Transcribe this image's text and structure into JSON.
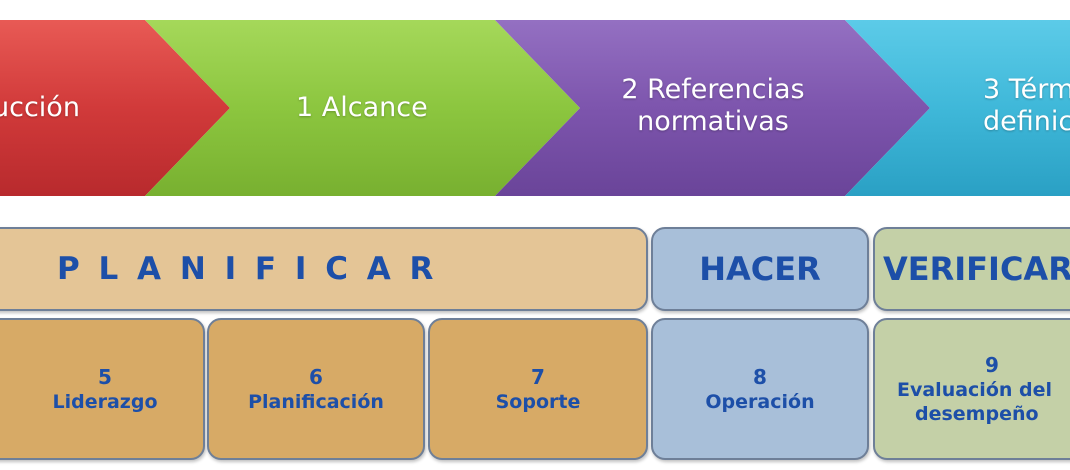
{
  "process_steps": [
    {
      "label_lines": [
        "ucción"
      ],
      "color": "#d13a3a"
    },
    {
      "label_lines": [
        "1 Alcance"
      ],
      "color": "#8cc63f"
    },
    {
      "label_lines": [
        "2 Referencias",
        "normativas"
      ],
      "color": "#7d55ad"
    },
    {
      "label_lines": [
        "3 Térm",
        "definic"
      ],
      "color": "#3fb8d9"
    }
  ],
  "phases": {
    "planificar": {
      "label": "P L A N I F I C A R",
      "color": "#e4c596"
    },
    "hacer": {
      "label": "HACER",
      "color": "#a8bfd9"
    },
    "verificar": {
      "label": "VERIFICAR",
      "color": "#c4d0a7"
    }
  },
  "clauses": [
    {
      "number": "5",
      "label_lines": [
        "Liderazgo"
      ],
      "color": "#d7aa66"
    },
    {
      "number": "6",
      "label_lines": [
        "Planificación"
      ],
      "color": "#d7aa66"
    },
    {
      "number": "7",
      "label_lines": [
        "Soporte"
      ],
      "color": "#d7aa66"
    },
    {
      "number": "8",
      "label_lines": [
        "Operación"
      ],
      "color": "#a8bfd9"
    },
    {
      "number": "9",
      "label_lines": [
        "Evaluación del",
        "desempeño"
      ],
      "color": "#c4d0a7"
    }
  ]
}
